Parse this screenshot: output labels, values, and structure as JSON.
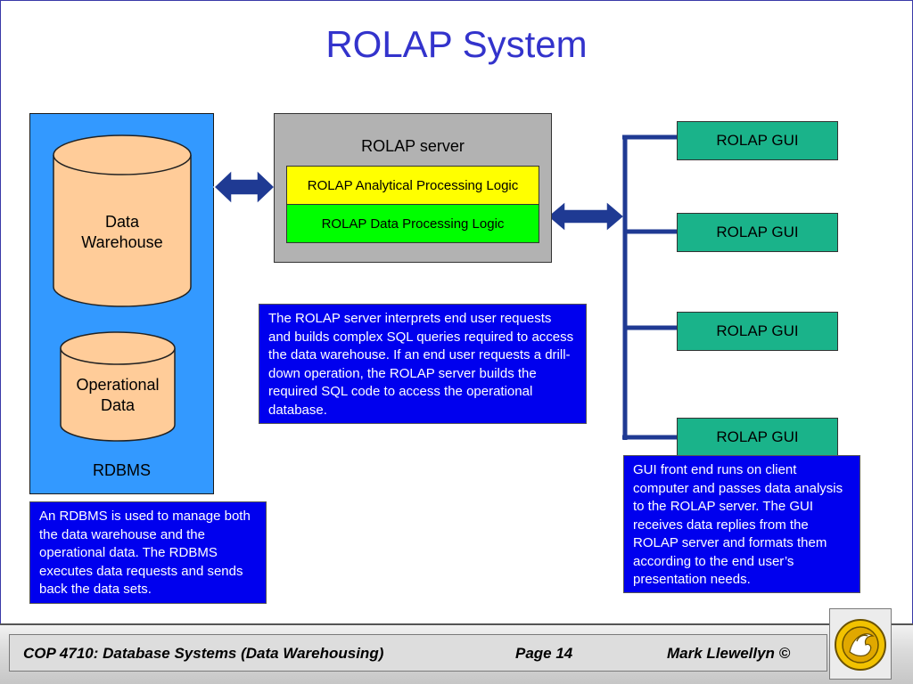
{
  "slide": {
    "title": "ROLAP System"
  },
  "rdbms": {
    "data_warehouse_line1": "Data",
    "data_warehouse_line2": "Warehouse",
    "operational_line1": "Operational",
    "operational_line2": "Data",
    "label": "RDBMS",
    "note": "An RDBMS is used to manage both the data warehouse and the operational data.  The RDBMS executes data requests and sends back the data sets."
  },
  "server": {
    "label": "ROLAP server",
    "analytical_logic": "ROLAP Analytical Processing Logic",
    "data_logic": "ROLAP Data Processing Logic",
    "note": "The ROLAP server interprets end user requests and builds complex SQL queries required to access the data warehouse.  If an end user requests a drill-down operation, the ROLAP server builds the required SQL code to access the operational database."
  },
  "clients": {
    "gui_labels": [
      "ROLAP GUI",
      "ROLAP GUI",
      "ROLAP GUI",
      "ROLAP GUI"
    ],
    "note": "GUI front end runs on client computer and passes data analysis to the ROLAP server.  The GUI receives data replies from the ROLAP server and formats them according to the end user’s presentation needs."
  },
  "footer": {
    "course": "COP 4710: Database Systems  (Data Warehousing)",
    "page": "Page 14",
    "author": "Mark Llewellyn ©"
  },
  "colors": {
    "title": "#3333cc",
    "rdbms_panel": "#3399ff",
    "cylinder_fill": "#ffcc99",
    "server_box": "#b2b2b2",
    "analytical_logic": "#ffff00",
    "data_logic": "#00ff00",
    "gui_box": "#1ab38a",
    "note_box": "#0000ee",
    "arrows": "#1f3a93"
  }
}
